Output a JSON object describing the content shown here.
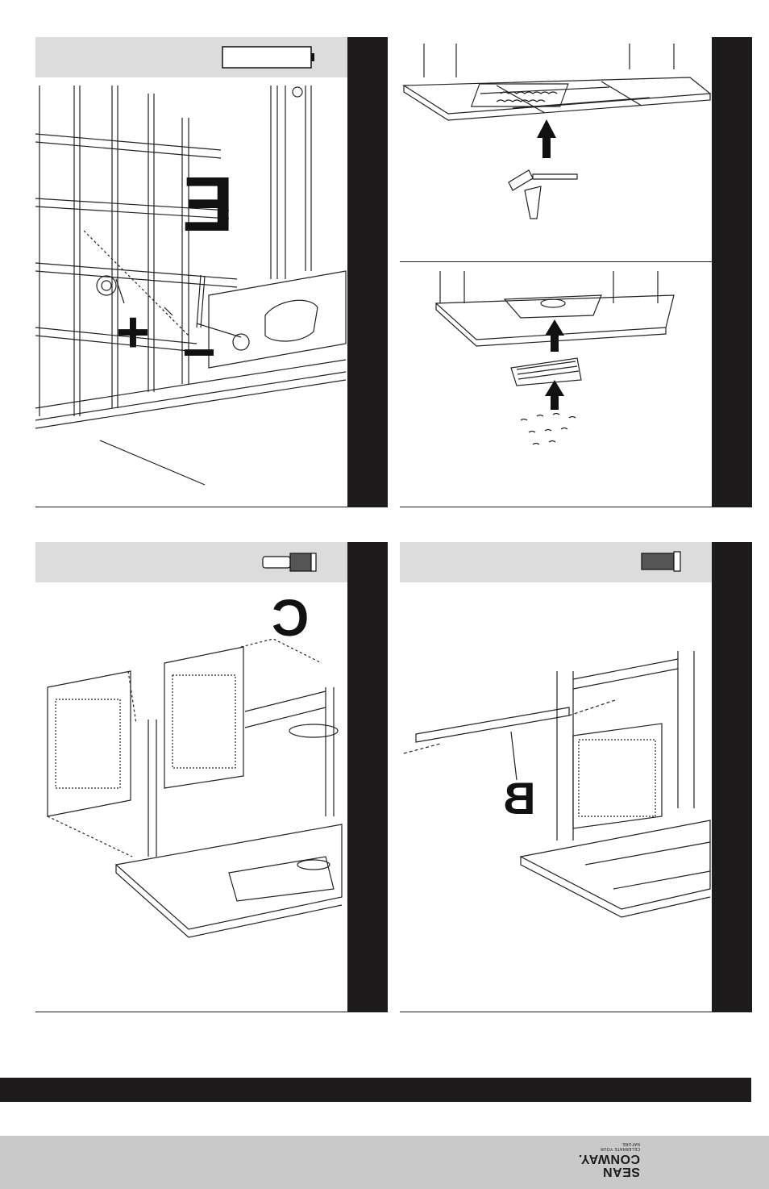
{
  "panels": {
    "top_left": {
      "part_label": "E",
      "plus_sign": "+",
      "minus_sign": "−"
    },
    "top_right_upper": {},
    "top_right_lower": {},
    "bottom_left": {
      "part_label": "C"
    },
    "bottom_right": {
      "part_label": "B"
    }
  },
  "brand": {
    "name_line1": "SEAN",
    "name_line2": "CONWAY.",
    "tagline": "CELEBRATE YOUR NATURE."
  },
  "colors": {
    "dark_bar": "#1d1b1b",
    "header_gray": "#dcdcdc",
    "footer_gray": "#c9c9c9"
  }
}
